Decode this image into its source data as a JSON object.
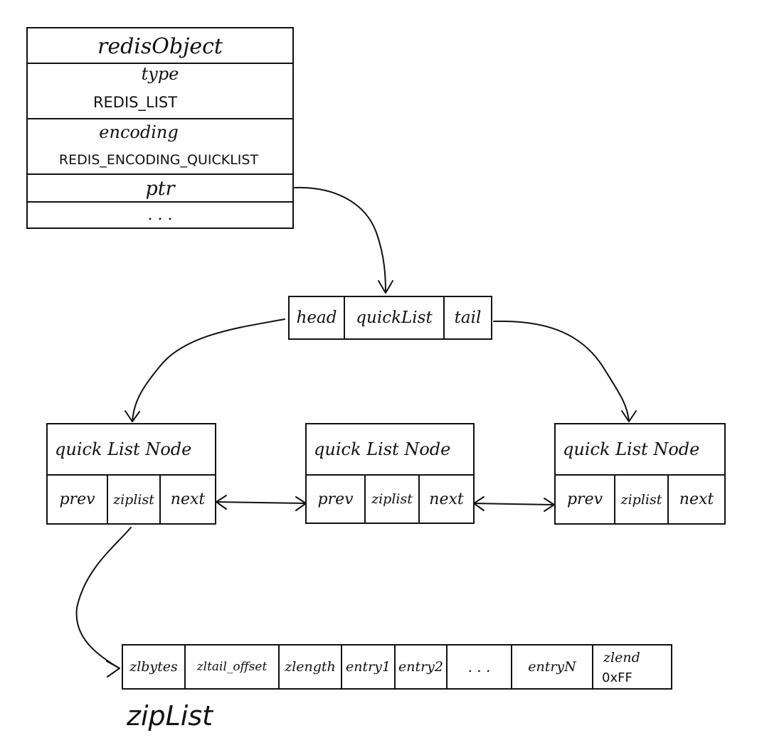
{
  "redis_object": {
    "title": "redisObject",
    "type_label": "type",
    "type_value": "REDIS_LIST",
    "encoding_label": "encoding",
    "encoding_value": "REDIS_ENCODING_QUICKLIST",
    "ptr_label": "ptr",
    "ellipsis": ". . ."
  },
  "quicklist": {
    "head": "head",
    "name": "quickList",
    "tail": "tail"
  },
  "nodes": [
    {
      "title": "quick List Node",
      "prev": "prev",
      "ziplist": "ziplist",
      "next": "next"
    },
    {
      "title": "quick List Node",
      "prev": "prev",
      "ziplist": "ziplist",
      "next": "next"
    },
    {
      "title": "quick List Node",
      "prev": "prev",
      "ziplist": "ziplist",
      "next": "next"
    }
  ],
  "ziplist": {
    "fields": [
      "zlbytes",
      "zltail_offset",
      "zlength",
      "entry1",
      "entry2",
      ". . .",
      "entryN"
    ],
    "zlend_label": "zlend",
    "zlend_value": "0xFF",
    "caption": "zipList"
  }
}
